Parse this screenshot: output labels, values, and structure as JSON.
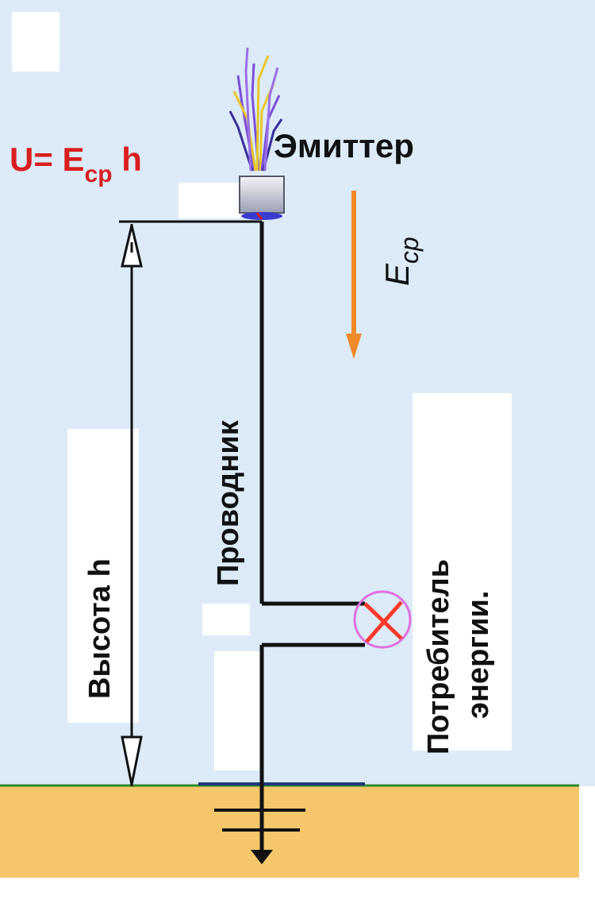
{
  "formula": {
    "prefix": "U= E",
    "sub": "cp",
    "suffix": " h"
  },
  "labels": {
    "emitter": "Эмиттер",
    "field_main": "E",
    "field_sub": "cp",
    "conductor": "Проводник",
    "height": "Высота h",
    "consumer_line1": "Потребитель",
    "consumer_line2": "энергии."
  },
  "colors": {
    "sky": "#dcebf7",
    "ground": "#f5c66b",
    "ground_line": "#2e8b2e",
    "formula": "#d81e1e",
    "arrow": "#f08a28",
    "lamp_ring": "#e070e0",
    "lamp_cross": "#ff3a2a",
    "wire": "#111111"
  },
  "icons": {
    "emitter": "emitter-box-icon",
    "fibers": "brush-fibers-icon",
    "lamp": "lamp-icon",
    "ground": "ground-symbol-icon"
  }
}
